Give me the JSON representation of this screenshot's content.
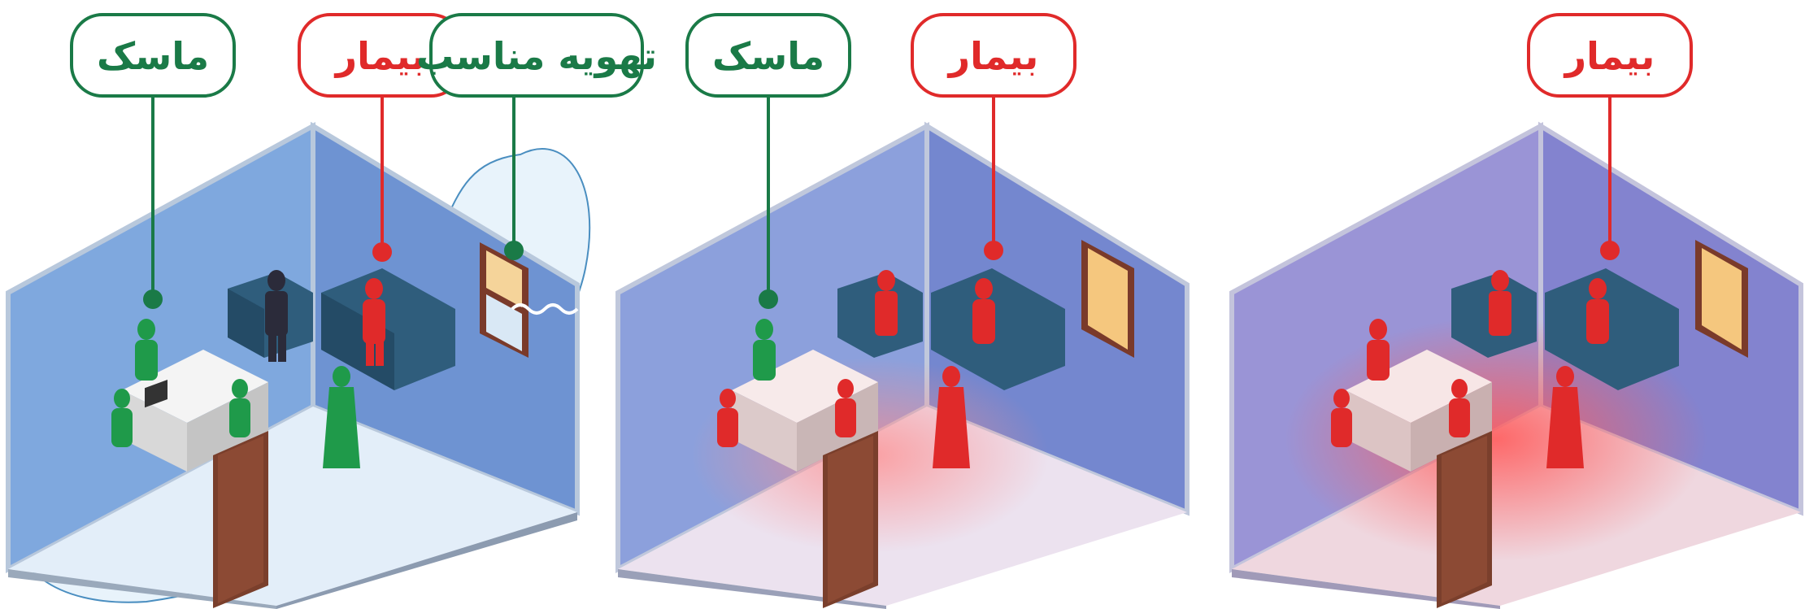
{
  "colors": {
    "green": "#1a7a47",
    "red": "#e02a2a",
    "wall_blue": "#7fa6dc",
    "wall_purple": "#9a9ad4",
    "floor_light": "#e4ecf7",
    "sofa": "#2f5d7c",
    "door": "#6e3a2a",
    "window_glow": "#f5c77e"
  },
  "scenes": [
    {
      "id": "well-ventilated-masked",
      "labels": [
        {
          "key": "mask",
          "text": "ماسک",
          "color": "green",
          "icon": "mask-label"
        },
        {
          "key": "sick",
          "text": "بیمار",
          "color": "red",
          "icon": "sick-label"
        },
        {
          "key": "ventilation",
          "text": "تهویه مناسب",
          "color": "green",
          "icon": "ventilation-label"
        }
      ]
    },
    {
      "id": "unventilated-masked",
      "labels": [
        {
          "key": "mask",
          "text": "ماسک",
          "color": "green"
        },
        {
          "key": "sick",
          "text": "بیمار",
          "color": "red"
        }
      ]
    },
    {
      "id": "unventilated-unmasked",
      "labels": [
        {
          "key": "sick",
          "text": "بیمار",
          "color": "red"
        }
      ]
    }
  ]
}
